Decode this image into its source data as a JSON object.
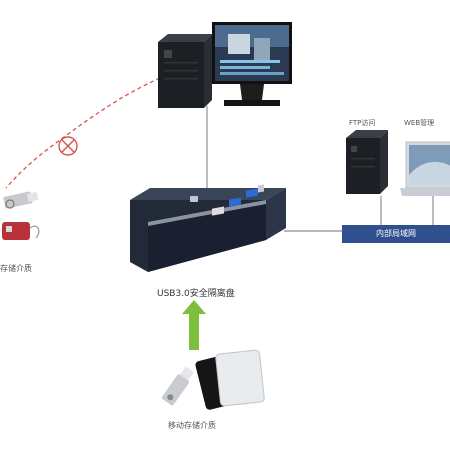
{
  "labels": {
    "ftp": "FTP访问",
    "web": "WEB管理",
    "lan": "内部局域网",
    "device": "USB3.0安全隔离盘",
    "storage_left": "存储介质",
    "storage_bottom": "移动存储介质"
  },
  "icons": [
    "workstation-tower-icon",
    "monitor-icon",
    "usb-drive-icon",
    "blocked-connection-icon",
    "isolation-box-icon",
    "ftp-server-icon",
    "laptop-icon",
    "arrow-up-icon",
    "external-hdd-icon"
  ],
  "colors": {
    "lan_bar": "#2f4f8f",
    "line": "#9aa3ad",
    "dashed": "#d9534f",
    "arrow": "#7cbf3c",
    "device_body": "#222a38",
    "usb_port": "#2b6bd6"
  }
}
